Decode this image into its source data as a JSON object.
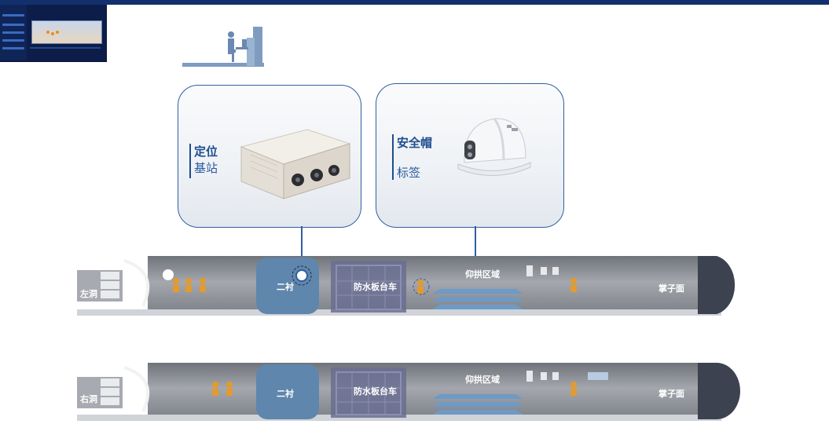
{
  "cards": {
    "base_station": {
      "title": "定位",
      "subtitle": "基站",
      "icon": "base-station-device"
    },
    "helmet": {
      "title": "安全帽",
      "subtitle": "标签",
      "icon": "safety-helmet"
    }
  },
  "tunnels": [
    {
      "entrance": "左洞",
      "lining": "二衬",
      "waterproof_trolley": "防水板台车",
      "inverted_arch": "仰拱区域",
      "tunnel_face": "掌子面"
    },
    {
      "entrance": "右洞",
      "lining": "二衬",
      "waterproof_trolley": "防水板台车",
      "inverted_arch": "仰拱区域",
      "tunnel_face": "掌子面"
    }
  ],
  "colors": {
    "accent": "#2f5fa3",
    "tunnel_body": "#8a8d94",
    "lining_band": "#5f86ad",
    "face": "#3d4250",
    "arch_slab": "#6d9ac6",
    "worker": "#e39a2e"
  }
}
